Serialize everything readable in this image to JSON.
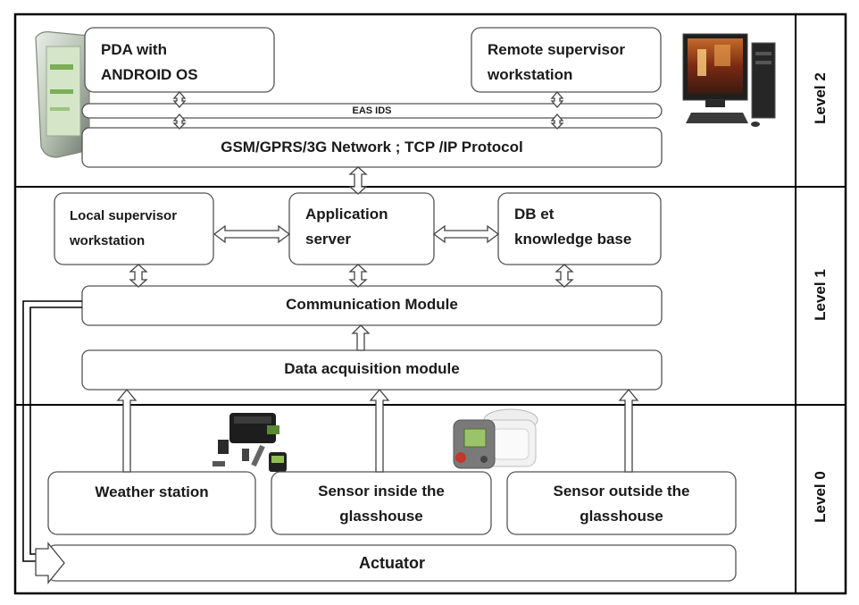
{
  "levels": {
    "level2": "Level 2",
    "level1": "Level 1",
    "level0": "Level 0"
  },
  "level2": {
    "pda": [
      "PDA with",
      "ANDROID OS"
    ],
    "remote": [
      "Remote supervisor",
      "workstation"
    ],
    "eas": "EAS IDS",
    "network": "GSM/GPRS/3G Network ; TCP /IP Protocol"
  },
  "level1": {
    "local": [
      "Local supervisor",
      "workstation"
    ],
    "app": [
      "Application",
      "server"
    ],
    "db": [
      "DB et",
      "knowledge base"
    ],
    "comm": "Communication Module",
    "daq": "Data acquisition module"
  },
  "level0": {
    "weather": "Weather station",
    "inside": [
      "Sensor inside the",
      "glasshouse"
    ],
    "outside": [
      "Sensor outside the",
      "glasshouse"
    ],
    "actuator": "Actuator"
  },
  "icons": [
    "pda-device-photo",
    "desktop-computer-photo",
    "weather-station-kit-photo",
    "sensor-device-photo"
  ]
}
